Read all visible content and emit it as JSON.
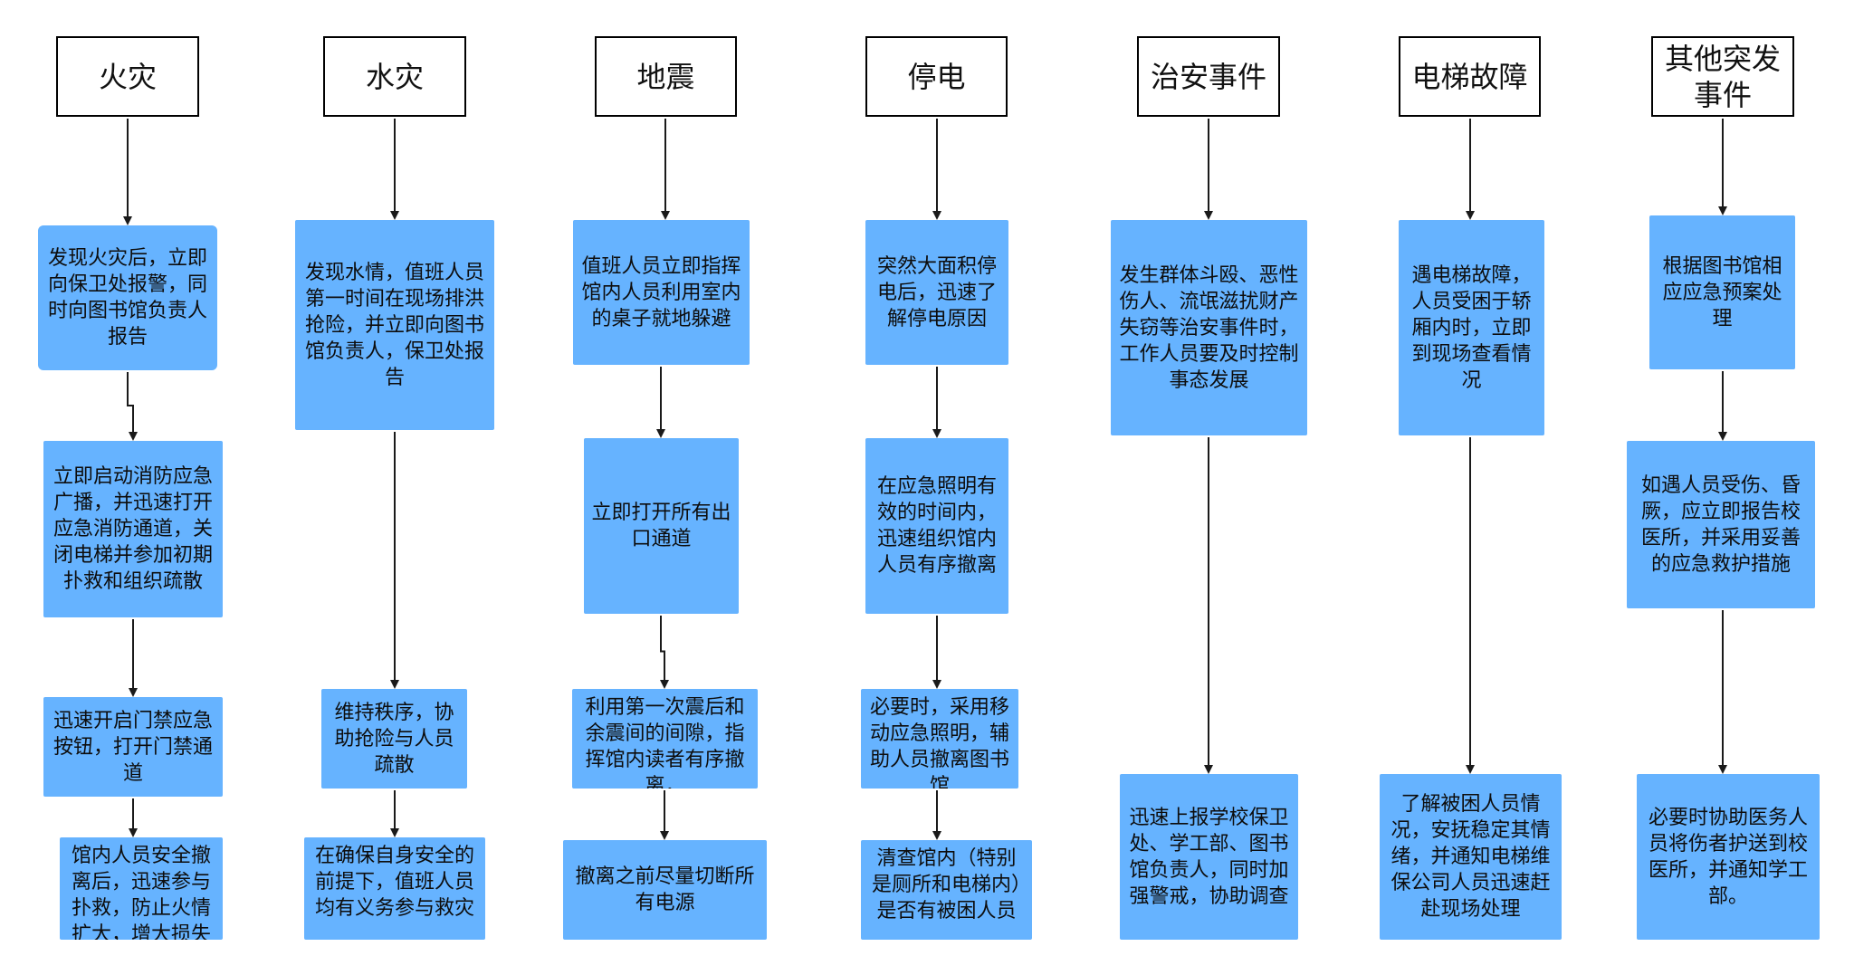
{
  "columns": [
    {
      "title": "火灾",
      "steps": [
        "发现火灾后，立即向保卫处报警，同时向图书馆负责人报告",
        "立即启动消防应急广播，并迅速打开应急消防通道，关闭电梯并参加初期扑救和组织疏散",
        "迅速开启门禁应急按钮，打开门禁通道",
        "馆内人员安全撤离后，迅速参与扑救，防止火情扩大，增大损失"
      ]
    },
    {
      "title": "水灾",
      "steps": [
        "发现水情，值班人员第一时间在现场排洪抢险，并立即向图书馆负责人，保卫处报告",
        "维持秩序，协助抢险与人员疏散",
        "在确保自身安全的前提下，值班人员均有义务参与救灾"
      ]
    },
    {
      "title": "地震",
      "steps": [
        "值班人员立即指挥馆内人员利用室内的桌子就地躲避",
        "立即打开所有出口通道",
        "利用第一次震后和余震间的间隙，指挥馆内读者有序撤离，",
        "撤离之前尽量切断所有电源"
      ]
    },
    {
      "title": "停电",
      "steps": [
        "突然大面积停电后，迅速了解停电原因",
        "在应急照明有效的时间内，迅速组织馆内人员有序撤离",
        "必要时，采用移动应急照明，辅助人员撤离图书馆",
        "清查馆内（特别是厕所和电梯内）是否有被困人员"
      ]
    },
    {
      "title": "治安事件",
      "steps": [
        "发生群体斗殴、恶性伤人、流氓滋扰财产失窃等治安事件时，工作人员要及时控制事态发展",
        "迅速上报学校保卫处、学工部、图书馆负责人，同时加强警戒，协助调查"
      ]
    },
    {
      "title": "电梯故障",
      "steps": [
        "遇电梯故障，人员受困于轿厢内时，立即到现场查看情况",
        "了解被困人员情况，安抚稳定其情绪，并通知电梯维保公司人员迅速赶赴现场处理"
      ]
    },
    {
      "title": "其他突发事件",
      "steps": [
        "根据图书馆相应应急预案处理",
        "如遇人员受伤、昏厥，应立即报告校医所，并采用妥善的应急救护措施",
        "必要时协助医务人员将伤者护送到校医所，并通知学工部。"
      ]
    }
  ]
}
